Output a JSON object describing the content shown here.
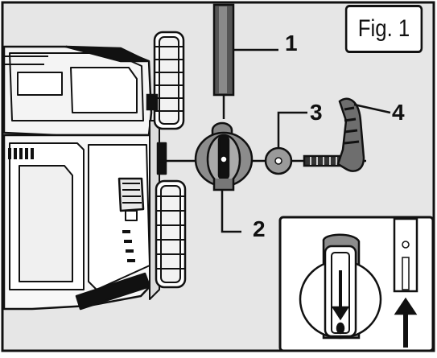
{
  "figure": {
    "title": "Fig. 1"
  },
  "callouts": {
    "handle_tube": "1",
    "knob": "2",
    "washer": "3",
    "lever": "4"
  },
  "colors": {
    "background": "#e6e6e6",
    "line": "#111111",
    "panel": "#ffffff",
    "part_gray": "#777777"
  }
}
